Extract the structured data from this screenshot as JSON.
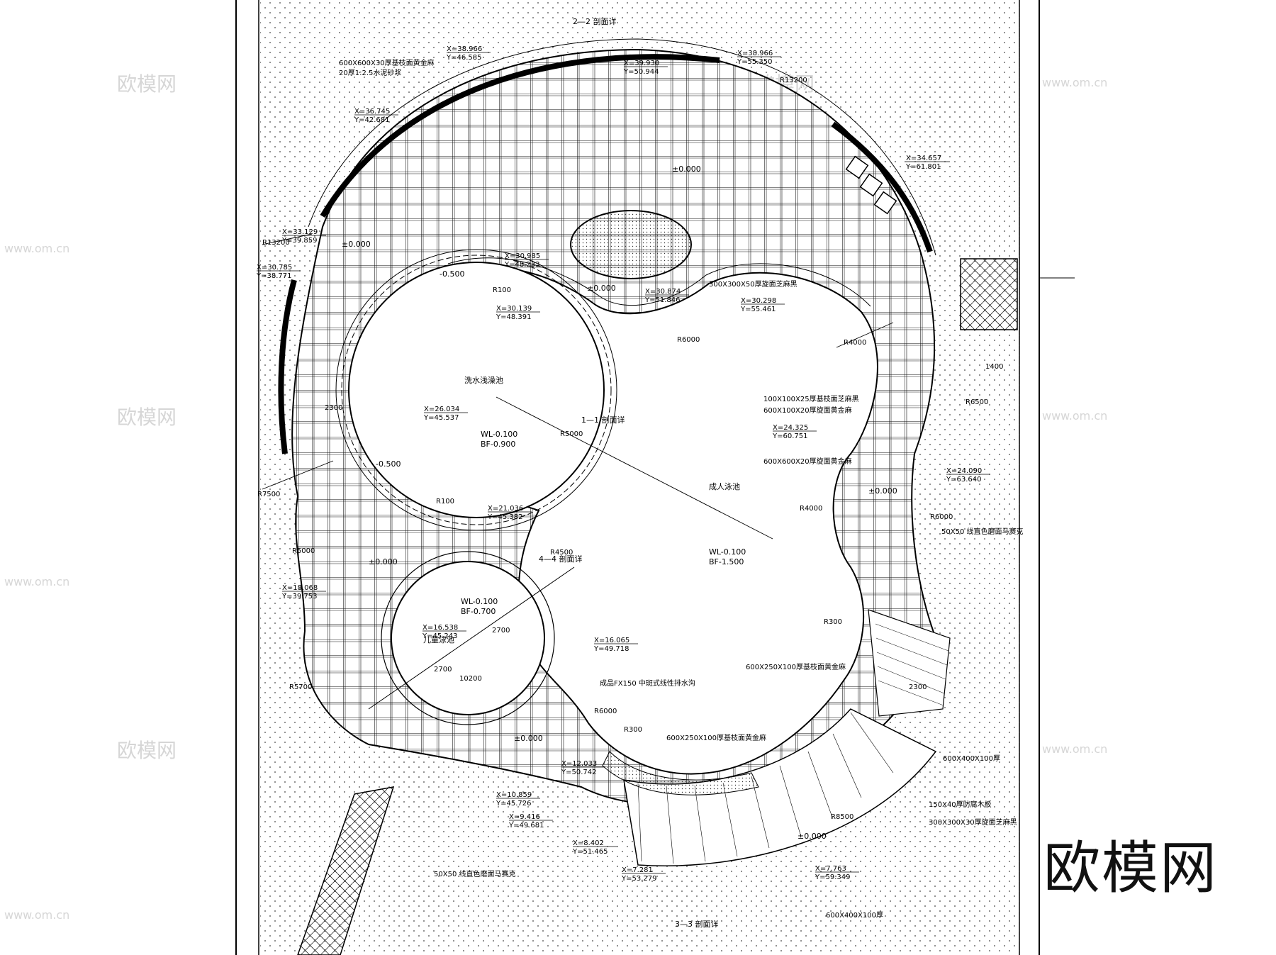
{
  "brand": "欧模网",
  "watermark": {
    "text": "欧模网",
    "url": "www.om.cn"
  },
  "labels": {
    "section_2": "2—2 剖面详",
    "section_1": "1—1 剖面详",
    "section_3": "3—3 剖面详",
    "section_4": "4—4 剖面详",
    "pool_a": "洗水浅澡池",
    "pool_b": "成人泳池",
    "pool_c": "儿童泳池",
    "wl_a": "WL-0.100",
    "bf_a": "BF-0.900",
    "wl_b": "WL-0.100",
    "bf_b": "BF-1.500",
    "wl_c": "WL-0.100",
    "bf_c": "BF-0.700",
    "level_0": "±0.000",
    "level_m500": "-0.500",
    "note_tile_600": "600X600X30厚基枝面黄金麻",
    "note_mortar": "20厚1:2.5水泥砂浆",
    "note_tile_300": "300X300X50厚旋面芝麻黑",
    "note_tile_100": "100X100X25厚基枝面芝麻黑",
    "note_tile_600_20": "600X600X20厚旋面黄金麻",
    "note_tile_600x100": "600X100X20厚旋面黄金麻",
    "note_tile_250": "600X250X100厚基枝面黄金麻",
    "note_drain": "成品FX150 中斑式线性排水沟",
    "note_50x50": "50X50 线直色磨面马赛克",
    "note_150x40": "150X40厚防腐木板",
    "note_300x30": "300X300X30厚旋面芝麻黑",
    "note_600x400": "600X400X100厚",
    "r_13200": "R13200",
    "r_7500": "R7500",
    "r_5000": "R5000",
    "r_6500": "R6500",
    "r_6000": "R6000",
    "r_4000": "R4000",
    "r_4500": "R4500",
    "r_5700": "R5700",
    "r_300": "R300",
    "r_100": "R100",
    "r_8500": "R8500",
    "dim_2700": "2700",
    "dim_10200": "10200",
    "dim_1400": "1400",
    "dim_2300": "2300"
  },
  "coords": [
    "X=38.966\nY=46.585",
    "X=39.930\nY=50.944",
    "X=38.966\nY=55.350",
    "X=36.745\nY=42.681",
    "X=34.657\nY=61.801",
    "X=33.129\nY=39.859",
    "X=30.785\nY=38.771",
    "X=30.985\nY=48.233",
    "X=30.139\nY=48.391",
    "X=30.874\nY=51.846",
    "X=30.298\nY=55.461",
    "X=26.034\nY=45.537",
    "X=24.325\nY=60.751",
    "X=24.090\nY=63.640",
    "X=21.036\nY=45.382",
    "X=18.068\nY=39.753",
    "X=16.538\nY=45.243",
    "X=16.065\nY=49.718",
    "X=12.033\nY=50.742",
    "X=10.859\nY=45.726",
    "X=9.416\nY=49.681",
    "X=8.402\nY=51.465",
    "X=7.281\nY=53.279",
    "X=7.763\nY=59.349"
  ]
}
